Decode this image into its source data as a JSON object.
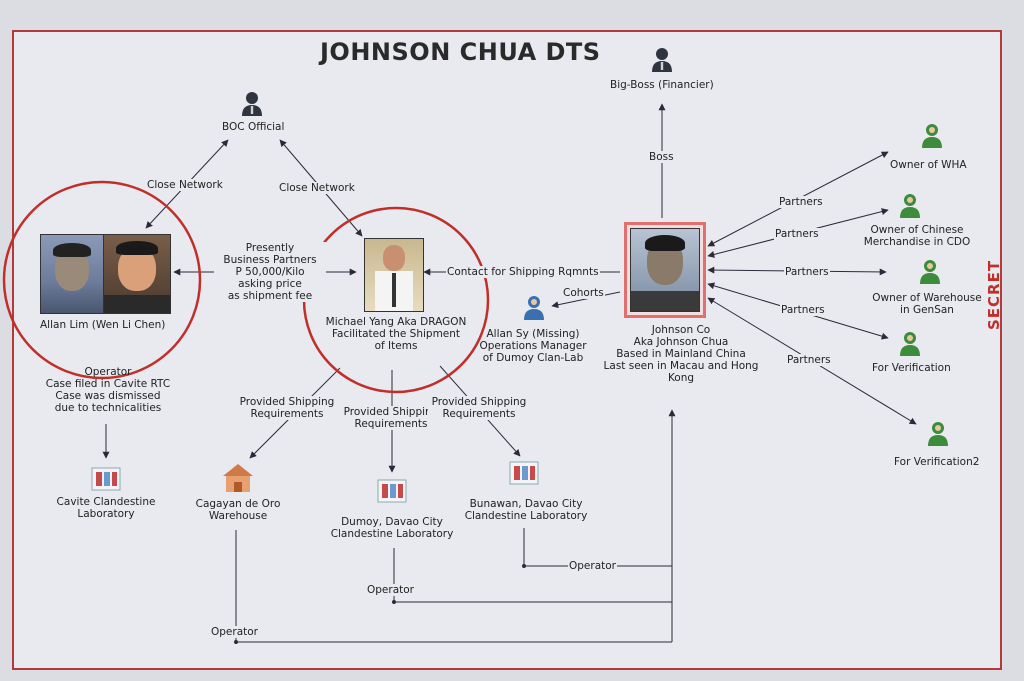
{
  "title": "JOHNSON CHUA DTS",
  "classification": "SECRET",
  "colors": {
    "border": "#b23a3a",
    "circle": "#c0302b",
    "edge": "#2a2a3a",
    "person_dark": "#2f3540",
    "person_green": "#3c8c3c"
  },
  "nodes": {
    "boc_official": "BOC Official",
    "big_boss": "Big-Boss (Financier)",
    "allan_lim": "Allan Lim (Wen Li Chen)",
    "allan_lim_note": [
      "Operator",
      "Case filed in Cavite RTC",
      "Case was dismissed",
      "due to technicalities"
    ],
    "michael_yang": [
      "Michael Yang Aka DRAGON",
      "Facilitated the Shipment",
      "of Items"
    ],
    "johnson_co": [
      "Johnson Co",
      "Aka Johnson Chua",
      "Based in Mainland China",
      "Last seen in Macau and Hong",
      "Kong"
    ],
    "allan_sy": [
      "Allan Sy (Missing)",
      "Operations Manager",
      "of Dumoy Clan-Lab"
    ],
    "owner_wha": "Owner of WHA",
    "owner_chinese": [
      "Owner of Chinese",
      "Merchandise in CDO"
    ],
    "owner_warehouse": [
      "Owner of Warehouse",
      "in GenSan"
    ],
    "for_verification": "For Verification",
    "for_verification2": "For Verification2",
    "cavite_lab": [
      "Cavite Clandestine",
      "Laboratory"
    ],
    "cdo_warehouse": [
      "Cagayan de Oro",
      "Warehouse"
    ],
    "dumoy_lab": [
      "Dumoy, Davao City",
      "Clandestine Laboratory"
    ],
    "bunawan_lab": [
      "Bunawan, Davao City",
      "Clandestine Laboratory"
    ]
  },
  "edges": {
    "close_network_1": "Close Network",
    "close_network_2": "Close Network",
    "business_partners": [
      "Presently",
      "Business Partners",
      "P 50,000/Kilo",
      "asking price",
      "as shipment fee"
    ],
    "contact_shipping": "Contact for Shipping Rqmnts",
    "cohorts": "Cohorts",
    "boss": "Boss",
    "partners": [
      "Partners",
      "Partners",
      "Partners",
      "Partners",
      "Partners"
    ],
    "provided_shipping_1": [
      "Provided Shipping",
      "Requirements"
    ],
    "provided_shipping_2": [
      "Provided Shipping",
      "Requirements"
    ],
    "provided_shipping_3": [
      "Provided Shipping",
      "Requirements"
    ],
    "operator_bunawan": "Operator",
    "operator_dumoy": "Operator",
    "operator_cdo": "Operator"
  }
}
